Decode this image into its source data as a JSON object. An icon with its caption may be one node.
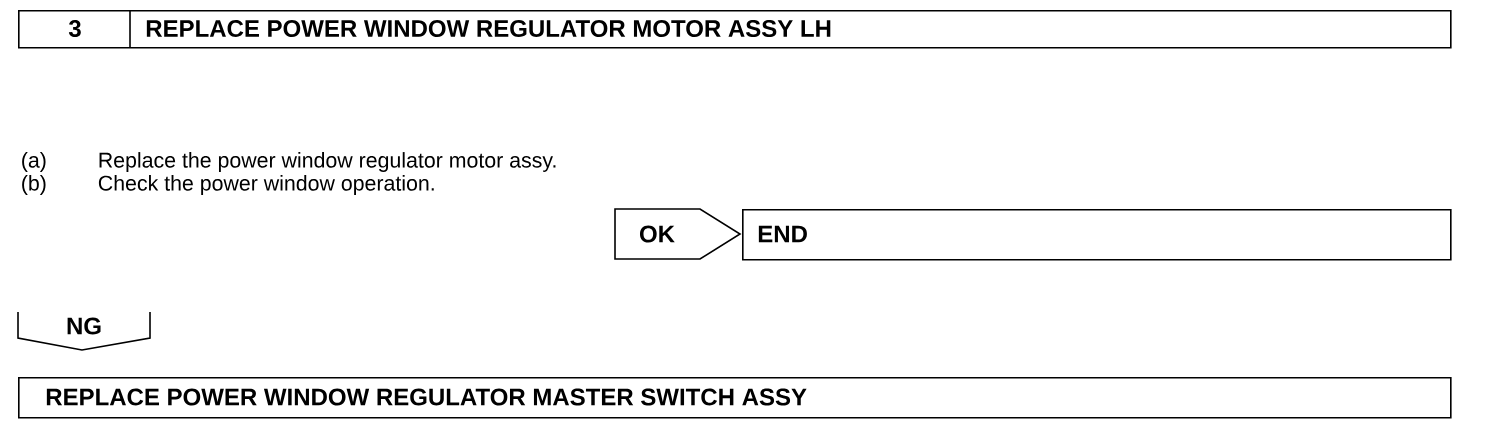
{
  "diagram": {
    "nodes": [
      {
        "text": [
          "3",
          "REPLACE POWER WINDOW REGULATOR MOTOR ASSY LH"
        ]
      },
      {
        "text": [
          "OK"
        ]
      },
      {
        "text": [
          "END"
        ]
      },
      {
        "text": [
          "NG"
        ]
      },
      {
        "text": [
          "REPLACE POWER WINDOW REGULATOR MASTER SWITCH ASSY"
        ]
      }
    ],
    "labels": [
      "(a)",
      "Replace the power window regulator motor assy.",
      "(b)",
      "Check the power window operation."
    ]
  }
}
